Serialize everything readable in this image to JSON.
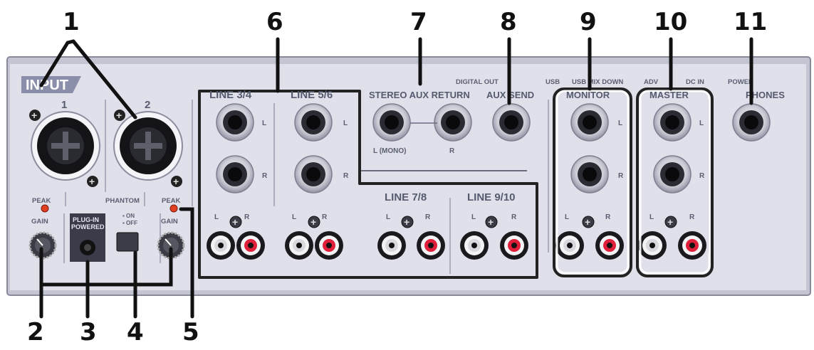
{
  "callouts": [
    "1",
    "2",
    "3",
    "4",
    "5",
    "6",
    "7",
    "8",
    "9",
    "10",
    "11"
  ],
  "panel": {
    "input_badge": "INPUT",
    "channel_1": "1",
    "channel_2": "2",
    "peak_1": "PEAK",
    "peak_2": "PEAK",
    "gain_1": "GAIN",
    "gain_2": "GAIN",
    "phantom": "PHANTOM",
    "phantom_on": "▪ ON",
    "phantom_off": "▪ OFF",
    "plugin_powered_line1": "PLUG-IN",
    "plugin_powered_line2": "POWERED",
    "line_3_4": "LINE 3/4",
    "line_5_6": "LINE 5/6",
    "line_7_8": "LINE 7/8",
    "line_9_10": "LINE 9/10",
    "stereo_aux_return": "STEREO AUX RETURN",
    "aux_send": "AUX SEND",
    "digital_out": "DIGITAL OUT",
    "usb": "USB",
    "usb_mix_down": "USB MIX DOWN",
    "adv": "ADV",
    "dc_in": "DC IN",
    "power": "POWER",
    "monitor": "MONITOR",
    "master": "MASTER",
    "phones": "PHONES",
    "l_mono": "L (MONO)",
    "r": "R",
    "l": "L"
  },
  "colors": {
    "panel": "#dfe0ea",
    "panel_edge": "#9a9cae",
    "callout_line": "#111111",
    "rca_red": "#e0203a",
    "peak_led": "#e04020",
    "badge": "#8a8ea8"
  }
}
